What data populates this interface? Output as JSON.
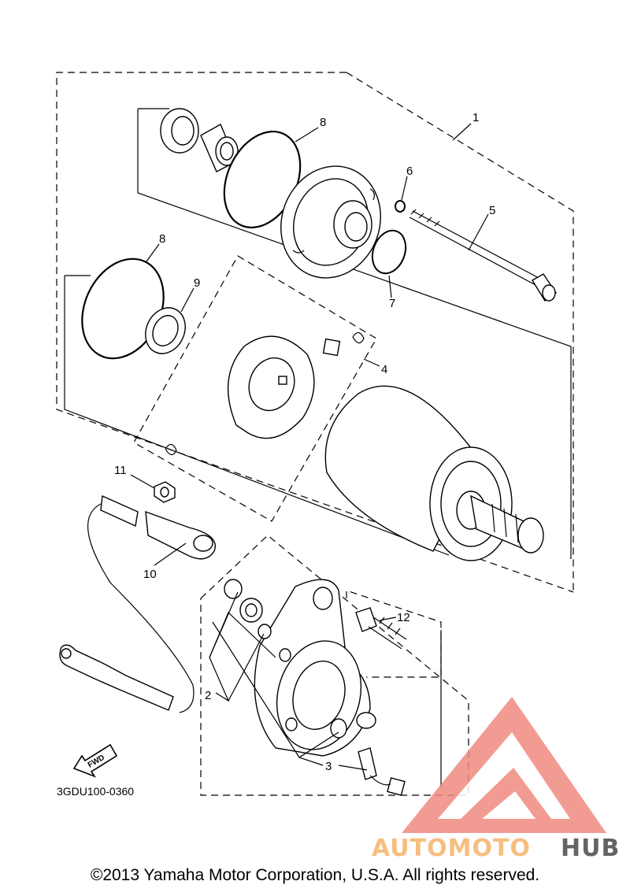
{
  "diagram": {
    "callouts": [
      "1",
      "2",
      "3",
      "4",
      "5",
      "6",
      "7",
      "8",
      "8",
      "9",
      "10",
      "11",
      "12"
    ],
    "part_code": "3GDU100-0360",
    "fwd_label": "FWD"
  },
  "watermark": {
    "brand_a": "AUTOMOTO",
    "brand_b": "HUB",
    "color_red": "#f08a80",
    "color_orange": "#f6b36a",
    "color_gray": "#4a4a4a"
  },
  "footer": {
    "copyright": "©2013 Yamaha Motor Corporation, U.S.A. All rights reserved."
  }
}
